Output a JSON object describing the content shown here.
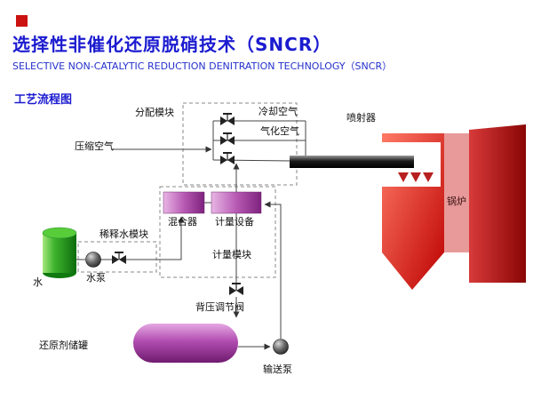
{
  "page": {
    "header": {
      "title": "选择性非催化还原脱硝技术（SNCR）",
      "subtitle": "SELECTIVE NON-CATALYTIC REDUCTION DENITRATION TECHNOLOGY（SNCR）",
      "section_label": "工艺流程图"
    },
    "diagram": {
      "type": "process-flow",
      "labels": {
        "distribution_module": "分配模块",
        "cooling_air": "冷却空气",
        "atomizing_air": "气化空气",
        "compressed_air": "压缩空气",
        "injector": "喷射器",
        "boiler": "锅炉",
        "mixer": "混合器",
        "metering_equipment": "计量设备",
        "metering_module": "计量模块",
        "dilution_water_module": "稀释水模块",
        "water": "水",
        "water_pump": "水泵",
        "back_pressure_regulating_valve": "背压调节阀",
        "reducing_agent_storage_tank": "还原剂储罐",
        "transfer_pump": "输送泵"
      },
      "colors": {
        "title_blue": "#1b1bd0",
        "accent_red": "#cc1111",
        "water_tank_green": "#2fae2f",
        "equipment_purple": "#b75ab4",
        "storage_tank_magenta": "#b14db1",
        "boiler_red": "#d42020",
        "lance_black": "#1a1a1a",
        "line_gray": "#444444"
      }
    }
  }
}
